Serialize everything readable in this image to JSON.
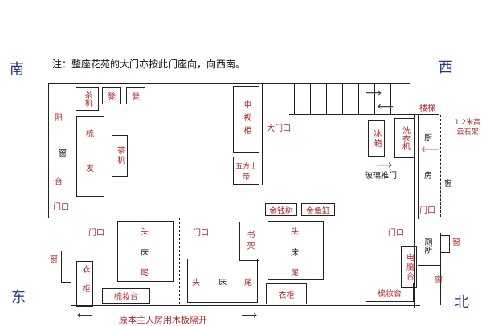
{
  "note": "注：整座花苑的大门亦按此门座向，向西南。",
  "directions": {
    "south": "南",
    "west": "西",
    "east": "东",
    "north": "北"
  },
  "labels": {
    "balcony": [
      "阳",
      "窗",
      "台"
    ],
    "door": "门口",
    "main_door": "大门口",
    "stairs": "楼梯",
    "stone_shelf": "1.2米高云石架",
    "kitchen": [
      "厨",
      "房"
    ],
    "window": "窗",
    "glass_door": "玻璃推门",
    "toilet": "厕所",
    "partition_note": "原本主人房用木板隔开"
  },
  "furniture": {
    "tea_table": "茶机",
    "stool": "凳",
    "sofa": [
      "梳",
      "发"
    ],
    "tv_cabinet": "电视柜",
    "earth_god": "五方土帝",
    "fridge": "冰箱",
    "washer": "洗衣机",
    "money_tree": "金钱树",
    "fish_tank": "金鱼缸",
    "bed_head": "头",
    "bed": "床",
    "bed_tail": "尾",
    "bookshelf": "书架",
    "wardrobe": "衣柜",
    "dresser": "梳妆台",
    "computer_desk": "电脑台"
  }
}
